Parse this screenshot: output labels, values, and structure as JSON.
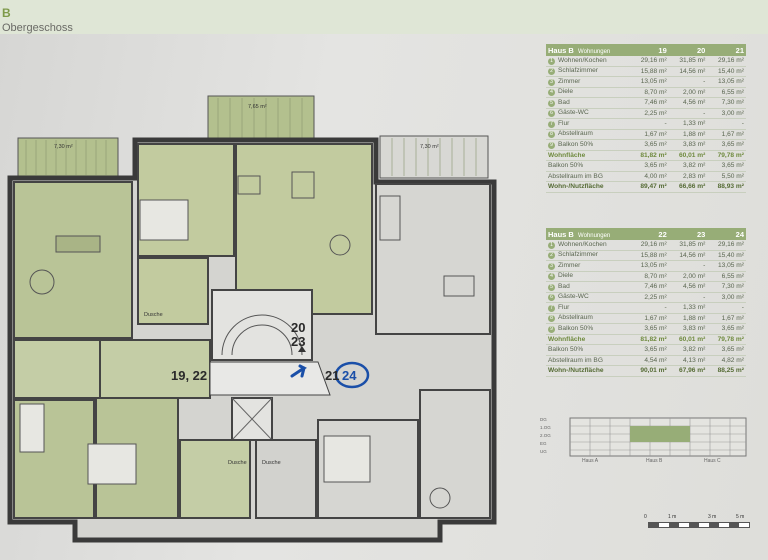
{
  "header": {
    "title": "B",
    "subtitle": "Obergeschoss"
  },
  "plan": {
    "apartment_labels": {
      "left": "19, 22",
      "top": "20",
      "center": "23",
      "right_a": "21",
      "right_b": "24"
    },
    "balcony_areas": {
      "left": "7,30 m²",
      "top": "7,65 m²",
      "right": "7,30 m²"
    },
    "room_tags": {
      "dusche_left": "Dusche",
      "dusche_mid": "Dusche",
      "dusche_right": "Dusche"
    }
  },
  "table_top": {
    "house": "Haus B",
    "section": "Wohnungen",
    "columns": [
      "19",
      "20",
      "21"
    ],
    "rows": [
      {
        "n": "1",
        "label": "Wohnen/Kochen",
        "v": [
          "29,16 m²",
          "31,85 m²",
          "29,16 m²"
        ]
      },
      {
        "n": "2",
        "label": "Schlafzimmer",
        "v": [
          "15,88 m²",
          "14,56 m²",
          "15,40 m²"
        ]
      },
      {
        "n": "3",
        "label": "Zimmer",
        "v": [
          "13,05 m²",
          "-",
          "13,05 m²"
        ]
      },
      {
        "n": "4",
        "label": "Diele",
        "v": [
          "8,70 m²",
          "2,00 m²",
          "6,55 m²"
        ]
      },
      {
        "n": "5",
        "label": "Bad",
        "v": [
          "7,46 m²",
          "4,56 m²",
          "7,30 m²"
        ]
      },
      {
        "n": "6",
        "label": "Gäste-WC",
        "v": [
          "2,25 m²",
          "-",
          "3,00 m²"
        ]
      },
      {
        "n": "7",
        "label": "Flur",
        "v": [
          "-",
          "1,33 m²",
          "-"
        ]
      },
      {
        "n": "8",
        "label": "Abstellraum",
        "v": [
          "1,67 m²",
          "1,88 m²",
          "1,67 m²"
        ]
      },
      {
        "n": "9",
        "label": "Balkon 50%",
        "v": [
          "3,65 m²",
          "3,83 m²",
          "3,65 m²"
        ]
      }
    ],
    "wohnflaeche": {
      "label": "Wohnfläche",
      "v": [
        "81,82 m²",
        "60,01 m²",
        "79,78 m²"
      ]
    },
    "extra": [
      {
        "label": "Balkon 50%",
        "v": [
          "3,65 m²",
          "3,82 m²",
          "3,65 m²"
        ]
      },
      {
        "label": "Abstellraum im BG",
        "v": [
          "4,00 m²",
          "2,83 m²",
          "5,50 m²"
        ]
      }
    ],
    "total": {
      "label": "Wohn-/Nutzfläche",
      "v": [
        "89,47 m²",
        "66,66 m²",
        "88,93 m²"
      ]
    }
  },
  "table_bottom": {
    "house": "Haus B",
    "section": "Wohnungen",
    "columns": [
      "22",
      "23",
      "24"
    ],
    "rows": [
      {
        "n": "1",
        "label": "Wohnen/Kochen",
        "v": [
          "29,16 m²",
          "31,85 m²",
          "29,16 m²"
        ]
      },
      {
        "n": "2",
        "label": "Schlafzimmer",
        "v": [
          "15,88 m²",
          "14,56 m²",
          "15,40 m²"
        ]
      },
      {
        "n": "3",
        "label": "Zimmer",
        "v": [
          "13,05 m²",
          "-",
          "13,05 m²"
        ]
      },
      {
        "n": "4",
        "label": "Diele",
        "v": [
          "8,70 m²",
          "2,00 m²",
          "6,55 m²"
        ]
      },
      {
        "n": "5",
        "label": "Bad",
        "v": [
          "7,46 m²",
          "4,56 m²",
          "7,30 m²"
        ]
      },
      {
        "n": "6",
        "label": "Gäste-WC",
        "v": [
          "2,25 m²",
          "-",
          "3,00 m²"
        ]
      },
      {
        "n": "7",
        "label": "Flur",
        "v": [
          "-",
          "1,33 m²",
          "-"
        ]
      },
      {
        "n": "8",
        "label": "Abstellraum",
        "v": [
          "1,67 m²",
          "1,88 m²",
          "1,67 m²"
        ]
      },
      {
        "n": "9",
        "label": "Balkon 50%",
        "v": [
          "3,65 m²",
          "3,83 m²",
          "3,65 m²"
        ]
      }
    ],
    "wohnflaeche": {
      "label": "Wohnfläche",
      "v": [
        "81,82 m²",
        "60,01 m²",
        "79,78 m²"
      ]
    },
    "extra": [
      {
        "label": "Balkon 50%",
        "v": [
          "3,65 m²",
          "3,82 m²",
          "3,65 m²"
        ]
      },
      {
        "label": "Abstellraum im BG",
        "v": [
          "4,54 m²",
          "4,13 m²",
          "4,82 m²"
        ]
      }
    ],
    "total": {
      "label": "Wohn-/Nutzfläche",
      "v": [
        "90,01 m²",
        "67,96 m²",
        "88,25 m²"
      ]
    }
  },
  "elevation": {
    "floor_labels": [
      "DG",
      "1.OG",
      "2.OG",
      "EG",
      "UG"
    ],
    "house_labels": [
      "Haus A",
      "Haus B",
      "Haus C"
    ]
  },
  "scale": {
    "labels": [
      "0",
      "1 m",
      "3 m",
      "5 m"
    ]
  },
  "colors": {
    "accent": "#97ad77",
    "floor_green": "#b9c497",
    "floor_grey": "#d2d2ce",
    "marker_blue": "#1a4fa8"
  }
}
